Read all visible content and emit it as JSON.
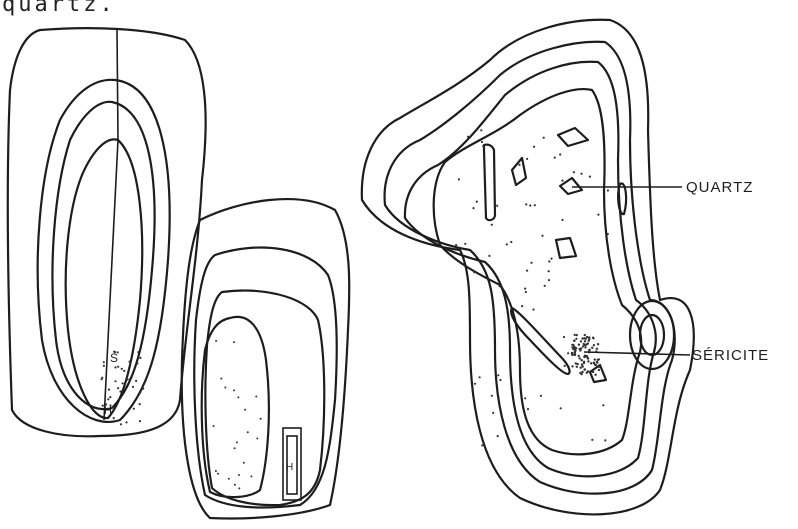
{
  "caption": "quartz.",
  "labels": {
    "quartz": "QUARTZ",
    "sericite": "SÉRICITE"
  },
  "colors": {
    "ink": "#1d1d1d",
    "paper": "#ffffff"
  }
}
